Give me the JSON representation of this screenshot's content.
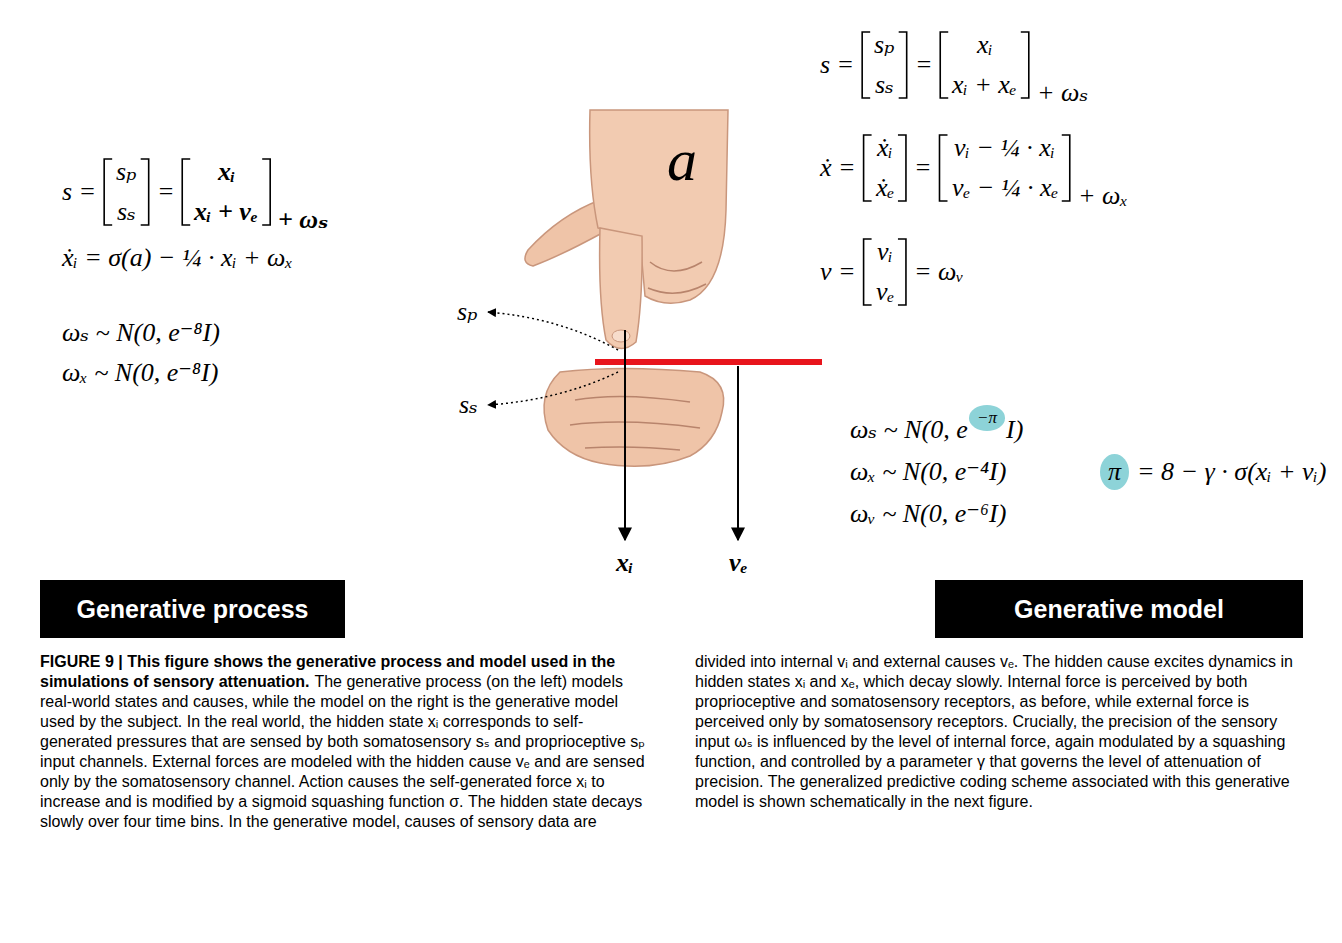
{
  "diagram": {
    "title": "FIGURE 9 | This figure shows the generative process and model used in the simulations of sensory attenuation.",
    "caption": "The generative process (on the left) models real-world states and causes, while the model on the right is the generative model used by the subject. In the real world, the hidden state xᵢ corresponds to self-generated pressures that are sensed by both somatosensory sₛ and proprioceptive sₚ input channels. External forces are modeled with the hidden cause vₑ and are sensed only by the somatosensory channel. Action causes the self-generated force xᵢ to increase and is modified by a sigmoid squashing function σ. The hidden state decays slowly over four time bins. In the generative model, causes of sensory data are divided into internal vᵢ and external causes vₑ. The hidden cause excites dynamics in hidden states xᵢ and xₑ, which decay slowly. Internal force is perceived by both proprioceptive and somatosensory receptors, as before, while external force is perceived only by somatosensory receptors. Crucially, the precision of the sensory input ωₛ is influenced by the level of internal force, again modulated by a squashing function, and controlled by a parameter γ that governs the level of attenuation of precision. The generalized predictive coding scheme associated with this generative model is shown schematically in the next figure.",
    "nodes": [
      {
        "text": [
          "Generative process"
        ]
      },
      {
        "text": [
          "Generative model"
        ]
      }
    ],
    "labels": [
      "s =",
      "sₚ",
      "sₛ",
      "=",
      "xᵢ",
      "xᵢ + vₑ",
      "+ ωₛ",
      "ẋᵢ = σ(a) − ¼ · xᵢ + ωₓ",
      "ωₛ ~ N(0, e⁻⁸I)",
      "ωₓ ~ N(0, e⁻⁸I)",
      "a",
      "sₚ",
      "sₛ",
      "xᵢ",
      "vₑ",
      "s =",
      "sₚ",
      "sₛ",
      "=",
      "xᵢ",
      "xᵢ + xₑ",
      "+ ωₛ",
      "ẋ =",
      "ẋᵢ",
      "ẋₑ",
      "=",
      "vᵢ − ¼ · xᵢ",
      "vₑ − ¼ · xₑ",
      "+ ωₓ",
      "v =",
      "vᵢ",
      "vₑ",
      "= ωᵥ",
      "ωₛ ~ N(0, e",
      "−π",
      "I)",
      "ωₓ ~ N(0, e⁻⁴I)",
      "π",
      "= 8 − γ · σ(xᵢ + vᵢ)",
      "ωᵥ ~ N(0, e⁻⁶I)"
    ]
  }
}
